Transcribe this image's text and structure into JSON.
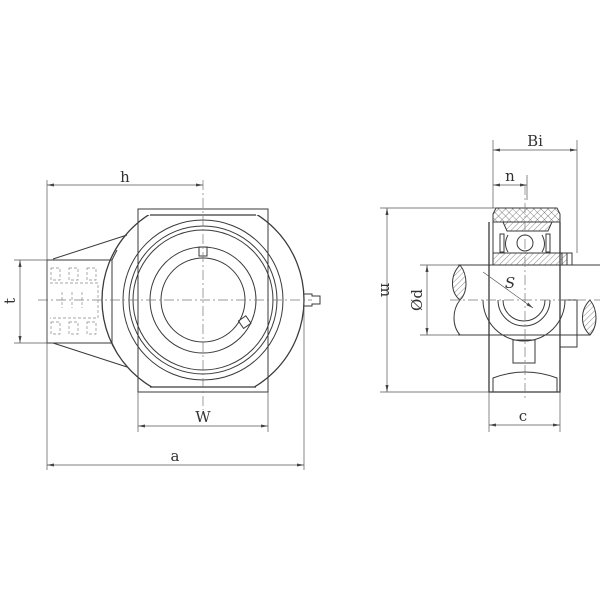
{
  "title": "Take-up bearing unit dimension drawing",
  "dimensions": {
    "h": "h",
    "t": "t",
    "w": "W",
    "a": "a",
    "bi": "Bi",
    "n": "n",
    "m": "m",
    "d": "Ød",
    "s": "S",
    "c": "c"
  },
  "colors": {
    "line": "#3a3a3a",
    "background": "#ffffff"
  }
}
